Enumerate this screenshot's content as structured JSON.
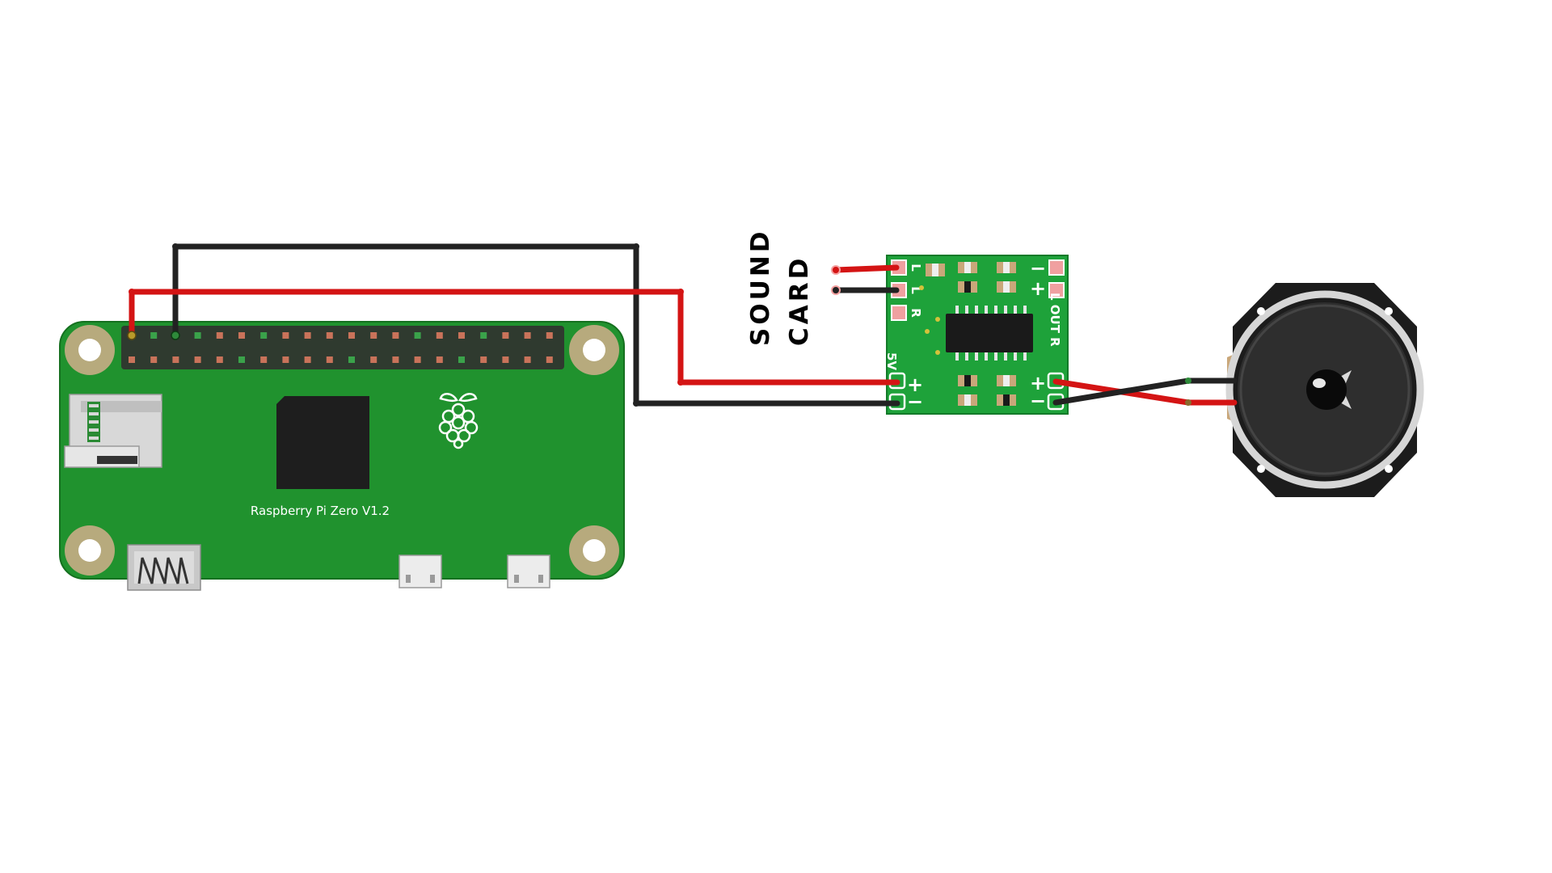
{
  "board": {
    "label": "Raspberry Pi Zero V1.2"
  },
  "sound_card": {
    "label_line1": "SOUND",
    "label_line2": "CARD"
  },
  "amplifier": {
    "pin_l": "L",
    "pin_r": "R",
    "output_label": "L OUT R",
    "power_label": "5V",
    "plus": "+",
    "minus": "−"
  },
  "colors": {
    "pcb_green": "#20922e",
    "amp_green": "#1ea23a",
    "wire_red": "#d41414",
    "wire_black": "#222222",
    "mount_hole": "#b7aa7d"
  }
}
